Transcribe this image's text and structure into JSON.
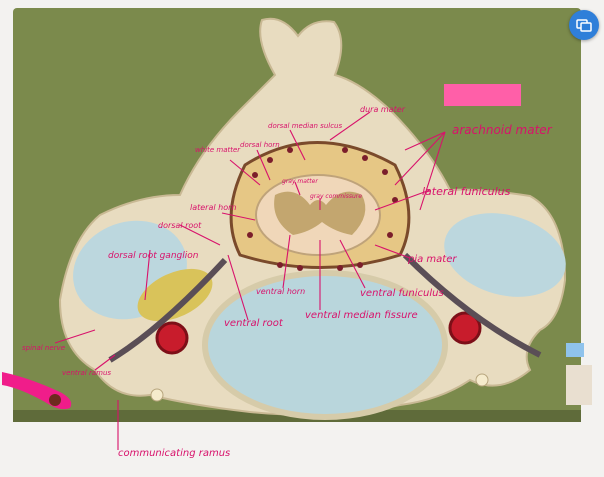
{
  "labels": {
    "dura_mater": "dura mater",
    "arachnoid_mater": "arachnoid mater",
    "lateral_funiculus": "lateral funiculus",
    "pia_mater": "pia mater",
    "ventral_funiculus": "ventral funiculus",
    "ventral_median_fissure": "ventral median fissure",
    "ventral_root": "ventral root",
    "ventral_horn": "ventral horn",
    "dorsal_root_ganglion": "dorsal root ganglion",
    "dorsal_root": "dorsal root",
    "lateral_horn": "lateral horn",
    "white_matter": "white matter",
    "dorsal_horn": "dorsal horn",
    "dorsal_median_sulcus": "dorsal median sulcus",
    "gray_matter": "gray matter",
    "gray_commissure": "gray commissure",
    "spinal_nerve": "spinal nerve",
    "ventral_ramus": "ventral ramus",
    "communicating_ramus": "communicating ramus"
  },
  "colors": {
    "annotation": "#d8126b",
    "board": "#7b8a4c",
    "bone": "#e8dcc0",
    "disc": "#b9d6dc",
    "redacted_box": "#ff5fa8",
    "camera_button": "#2f7fd9"
  },
  "icons": {
    "camera_button": "image-capture-icon",
    "tag": "tag-icon"
  }
}
